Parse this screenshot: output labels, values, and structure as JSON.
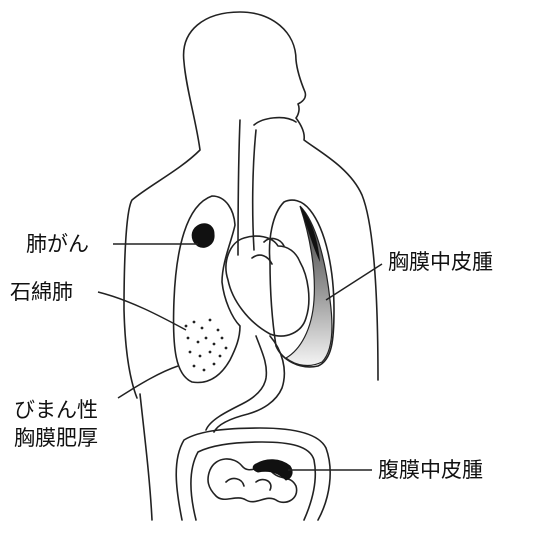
{
  "labels": {
    "lung_cancer": "肺がん",
    "asbestosis": "石綿肺",
    "pleural_thickening_1": "びまん性",
    "pleural_thickening_2": "胸膜肥厚",
    "pleural_mesothelioma": "胸膜中皮腫",
    "peritoneal_mesothelioma": "腹膜中皮腫"
  },
  "colors": {
    "line": "#222222",
    "fill_dark": "#111111",
    "gradient_dark": "#3a3a3a",
    "gradient_light": "#f4f4f4"
  }
}
